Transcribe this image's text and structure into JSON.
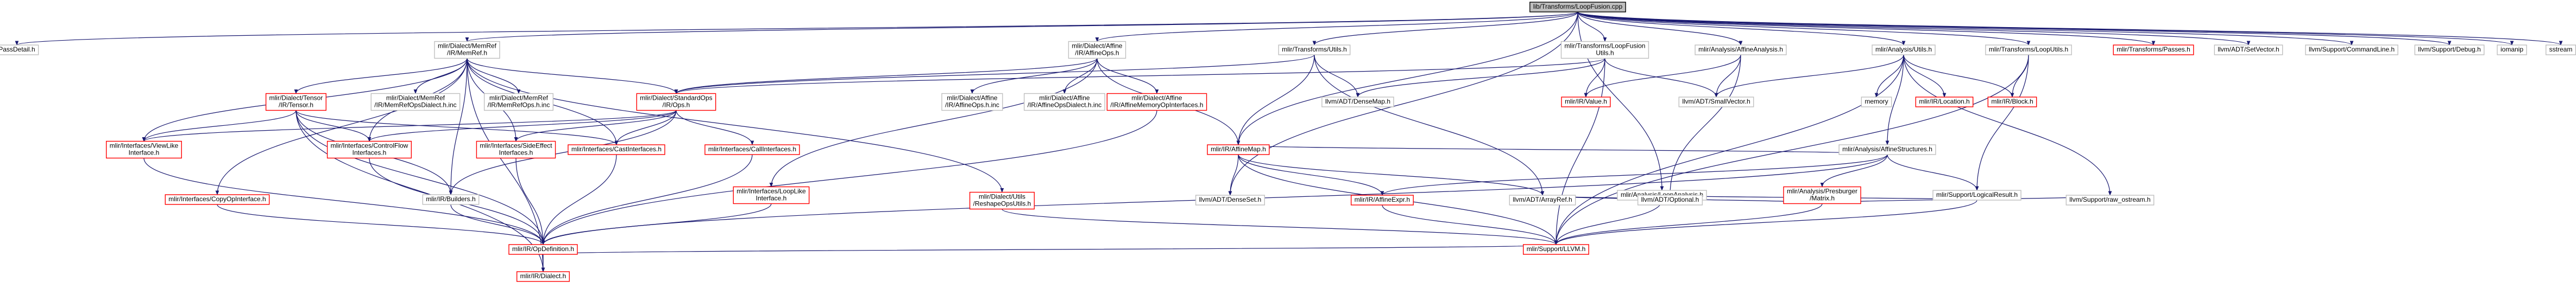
{
  "graph": {
    "title": "lib/Transforms/LoopFusion.cpp",
    "colors": {
      "edge": "#191970",
      "root_fill": "#bfbfbf",
      "missing_border": "#ff0000",
      "default_border": "#bfbfbf"
    },
    "nodes": [
      {
        "id": "root",
        "label": [
          "lib/Transforms/LoopFusion.cpp"
        ],
        "style": "root"
      },
      {
        "id": "passdetail",
        "label": [
          "PassDetail.h"
        ],
        "style": "plain"
      },
      {
        "id": "memref",
        "label": [
          "mlir/Dialect/MemRef",
          "/IR/MemRef.h"
        ],
        "style": "plain"
      },
      {
        "id": "affineops",
        "label": [
          "mlir/Dialect/Affine",
          "/IR/AffineOps.h"
        ],
        "style": "plain"
      },
      {
        "id": "tutils",
        "label": [
          "mlir/Transforms/Utils.h"
        ],
        "style": "plain"
      },
      {
        "id": "lfutils",
        "label": [
          "mlir/Transforms/LoopFusion",
          "Utils.h"
        ],
        "style": "plain"
      },
      {
        "id": "aanalysis",
        "label": [
          "mlir/Analysis/AffineAnalysis.h"
        ],
        "style": "plain"
      },
      {
        "id": "autils",
        "label": [
          "mlir/Analysis/Utils.h"
        ],
        "style": "plain"
      },
      {
        "id": "loopanalysis",
        "label": [
          "mlir/Analysis/LoopAnalysis.h"
        ],
        "style": "plain"
      },
      {
        "id": "tloop",
        "label": [
          "mlir/Transforms/LoopUtils.h"
        ],
        "style": "plain"
      },
      {
        "id": "tpasses",
        "label": [
          "mlir/Transforms/Passes.h"
        ],
        "style": "red"
      },
      {
        "id": "setvector",
        "label": [
          "llvm/ADT/SetVector.h"
        ],
        "style": "plain"
      },
      {
        "id": "cmdline",
        "label": [
          "llvm/Support/CommandLine.h"
        ],
        "style": "plain"
      },
      {
        "id": "debug",
        "label": [
          "llvm/Support/Debug.h"
        ],
        "style": "plain"
      },
      {
        "id": "iomanip",
        "label": [
          "iomanip"
        ],
        "style": "plain"
      },
      {
        "id": "sstream",
        "label": [
          "sstream"
        ],
        "style": "plain"
      },
      {
        "id": "tensor",
        "label": [
          "mlir/Dialect/Tensor",
          "/IR/Tensor.h"
        ],
        "style": "red"
      },
      {
        "id": "memrefopsinc",
        "label": [
          "mlir/Dialect/MemRef",
          "/IR/MemRefOpsDialect.h.inc"
        ],
        "style": "plain"
      },
      {
        "id": "memrefops",
        "label": [
          "mlir/Dialect/MemRef",
          "/IR/MemRefOps.h.inc"
        ],
        "style": "plain"
      },
      {
        "id": "stdops",
        "label": [
          "mlir/Dialect/StandardOps",
          "/IR/Ops.h"
        ],
        "style": "red"
      },
      {
        "id": "affineopsinc",
        "label": [
          "mlir/Dialect/Affine",
          "/IR/AffineOps.h.inc"
        ],
        "style": "plain"
      },
      {
        "id": "affinedialectinc",
        "label": [
          "mlir/Dialect/Affine",
          "/IR/AffineOpsDialect.h.inc"
        ],
        "style": "plain"
      },
      {
        "id": "affinemem",
        "label": [
          "mlir/Dialect/Affine",
          "/IR/AffineMemoryOpInterfaces.h"
        ],
        "style": "red"
      },
      {
        "id": "densemap",
        "label": [
          "llvm/ADT/DenseMap.h"
        ],
        "style": "plain"
      },
      {
        "id": "value",
        "label": [
          "mlir/IR/Value.h"
        ],
        "style": "red"
      },
      {
        "id": "smallvector",
        "label": [
          "llvm/ADT/SmallVector.h"
        ],
        "style": "plain"
      },
      {
        "id": "memory",
        "label": [
          "memory"
        ],
        "style": "plain"
      },
      {
        "id": "location",
        "label": [
          "mlir/IR/Location.h"
        ],
        "style": "red"
      },
      {
        "id": "block",
        "label": [
          "mlir/IR/Block.h"
        ],
        "style": "red"
      },
      {
        "id": "affinestructs",
        "label": [
          "mlir/Analysis/AffineStructures.h"
        ],
        "style": "plain"
      },
      {
        "id": "viewlike",
        "label": [
          "mlir/Interfaces/ViewLike",
          "Interface.h"
        ],
        "style": "red"
      },
      {
        "id": "controlflow",
        "label": [
          "mlir/Interfaces/ControlFlow",
          "Interfaces.h"
        ],
        "style": "red"
      },
      {
        "id": "sideeffect",
        "label": [
          "mlir/Interfaces/SideEffect",
          "Interfaces.h"
        ],
        "style": "red"
      },
      {
        "id": "castint",
        "label": [
          "mlir/Interfaces/CastInterfaces.h"
        ],
        "style": "red"
      },
      {
        "id": "callint",
        "label": [
          "mlir/Interfaces/CallInterfaces.h"
        ],
        "style": "red"
      },
      {
        "id": "affinemap",
        "label": [
          "mlir/IR/AffineMap.h"
        ],
        "style": "red"
      },
      {
        "id": "presburger",
        "label": [
          "mlir/Analysis/Presburger",
          "/Matrix.h"
        ],
        "style": "red"
      },
      {
        "id": "logicalresult",
        "label": [
          "mlir/Support/LogicalResult.h"
        ],
        "style": "plain"
      },
      {
        "id": "copyopint",
        "label": [
          "mlir/Interfaces/CopyOpInterface.h"
        ],
        "style": "red"
      },
      {
        "id": "builders",
        "label": [
          "mlir/IR/Builders.h"
        ],
        "style": "plain"
      },
      {
        "id": "looplike",
        "label": [
          "mlir/Interfaces/LoopLike",
          "Interface.h"
        ],
        "style": "red"
      },
      {
        "id": "reshapeops",
        "label": [
          "mlir/Dialect/Utils",
          "/ReshapeOpsUtils.h"
        ],
        "style": "red"
      },
      {
        "id": "denseset",
        "label": [
          "llvm/ADT/DenseSet.h"
        ],
        "style": "plain"
      },
      {
        "id": "affineexpr",
        "label": [
          "mlir/IR/AffineExpr.h"
        ],
        "style": "red"
      },
      {
        "id": "arrayref",
        "label": [
          "llvm/ADT/ArrayRef.h"
        ],
        "style": "plain"
      },
      {
        "id": "optional",
        "label": [
          "llvm/ADT/Optional.h"
        ],
        "style": "plain"
      },
      {
        "id": "rawostream",
        "label": [
          "llvm/Support/raw_ostream.h"
        ],
        "style": "plain"
      },
      {
        "id": "opdef",
        "label": [
          "mlir/IR/OpDefinition.h"
        ],
        "style": "red"
      },
      {
        "id": "supportllvm",
        "label": [
          "mlir/Support/LLVM.h"
        ],
        "style": "red"
      },
      {
        "id": "dialect",
        "label": [
          "mlir/IR/Dialect.h"
        ],
        "style": "red"
      }
    ],
    "edges": [
      [
        "root",
        "passdetail"
      ],
      [
        "root",
        "memref"
      ],
      [
        "root",
        "affineops"
      ],
      [
        "root",
        "tutils"
      ],
      [
        "root",
        "lfutils"
      ],
      [
        "root",
        "aanalysis"
      ],
      [
        "root",
        "autils"
      ],
      [
        "root",
        "tloop"
      ],
      [
        "root",
        "tpasses"
      ],
      [
        "root",
        "setvector"
      ],
      [
        "root",
        "cmdline"
      ],
      [
        "root",
        "debug"
      ],
      [
        "root",
        "iomanip"
      ],
      [
        "root",
        "sstream"
      ],
      [
        "root",
        "loopanalysis"
      ],
      [
        "root",
        "affinemap"
      ],
      [
        "root",
        "denseset"
      ],
      [
        "memref",
        "tensor"
      ],
      [
        "memref",
        "memrefopsinc"
      ],
      [
        "memref",
        "memrefops"
      ],
      [
        "memref",
        "stdops"
      ],
      [
        "memref",
        "controlflow"
      ],
      [
        "memref",
        "sideeffect"
      ],
      [
        "memref",
        "castint"
      ],
      [
        "memref",
        "viewlike"
      ],
      [
        "memref",
        "copyopint"
      ],
      [
        "memref",
        "reshapeops"
      ],
      [
        "memref",
        "dialect"
      ],
      [
        "memref",
        "builders"
      ],
      [
        "tensor",
        "viewlike"
      ],
      [
        "tensor",
        "controlflow"
      ],
      [
        "tensor",
        "castint"
      ],
      [
        "tensor",
        "builders"
      ],
      [
        "tensor",
        "opdef"
      ],
      [
        "tensor",
        "dialect"
      ],
      [
        "stdops",
        "controlflow"
      ],
      [
        "stdops",
        "sideeffect"
      ],
      [
        "stdops",
        "castint"
      ],
      [
        "stdops",
        "callint"
      ],
      [
        "stdops",
        "viewlike"
      ],
      [
        "stdops",
        "builders"
      ],
      [
        "affineops",
        "affineopsinc"
      ],
      [
        "affineops",
        "affinedialectinc"
      ],
      [
        "affineops",
        "affinemem"
      ],
      [
        "affineops",
        "stdops"
      ],
      [
        "affineops",
        "affinemap"
      ],
      [
        "affineops",
        "looplike"
      ],
      [
        "affinemem",
        "opdef"
      ],
      [
        "tutils",
        "stdops"
      ],
      [
        "tutils",
        "densemap"
      ],
      [
        "tutils",
        "affinemap"
      ],
      [
        "tutils",
        "arrayref"
      ],
      [
        "lfutils",
        "value"
      ],
      [
        "lfutils",
        "smallvector"
      ],
      [
        "lfutils",
        "densemap"
      ],
      [
        "lfutils",
        "stdops"
      ],
      [
        "lfutils",
        "supportllvm"
      ],
      [
        "aanalysis",
        "value"
      ],
      [
        "aanalysis",
        "smallvector"
      ],
      [
        "aanalysis",
        "optional"
      ],
      [
        "autils",
        "affinestructs"
      ],
      [
        "autils",
        "smallvector"
      ],
      [
        "autils",
        "memory"
      ],
      [
        "autils",
        "location"
      ],
      [
        "autils",
        "block"
      ],
      [
        "autils",
        "rawostream"
      ],
      [
        "autils",
        "supportllvm"
      ],
      [
        "tloop",
        "block"
      ],
      [
        "tloop",
        "logicalresult"
      ],
      [
        "tloop",
        "supportllvm"
      ],
      [
        "affinestructs",
        "affinemap"
      ],
      [
        "affinestructs",
        "presburger"
      ],
      [
        "affinestructs",
        "logicalresult"
      ],
      [
        "affinestructs",
        "affineexpr"
      ],
      [
        "affinestructs",
        "opdef"
      ],
      [
        "affinemap",
        "affineexpr"
      ],
      [
        "affinemap",
        "arrayref"
      ],
      [
        "affinemap",
        "denseset"
      ],
      [
        "affinemap",
        "supportllvm"
      ],
      [
        "loopanalysis",
        "arrayref"
      ],
      [
        "loopanalysis",
        "optional"
      ],
      [
        "loopanalysis",
        "supportllvm"
      ],
      [
        "presburger",
        "arrayref"
      ],
      [
        "presburger",
        "rawostream"
      ],
      [
        "presburger",
        "supportllvm"
      ],
      [
        "logicalresult",
        "supportllvm"
      ],
      [
        "logicalresult",
        "optional"
      ],
      [
        "viewlike",
        "opdef"
      ],
      [
        "controlflow",
        "opdef"
      ],
      [
        "sideeffect",
        "opdef"
      ],
      [
        "castint",
        "opdef"
      ],
      [
        "callint",
        "opdef"
      ],
      [
        "copyopint",
        "opdef"
      ],
      [
        "builders",
        "opdef"
      ],
      [
        "looplike",
        "opdef"
      ],
      [
        "reshapeops",
        "supportllvm"
      ],
      [
        "affineexpr",
        "supportllvm"
      ],
      [
        "opdef",
        "dialect"
      ],
      [
        "opdef",
        "supportllvm"
      ]
    ]
  }
}
